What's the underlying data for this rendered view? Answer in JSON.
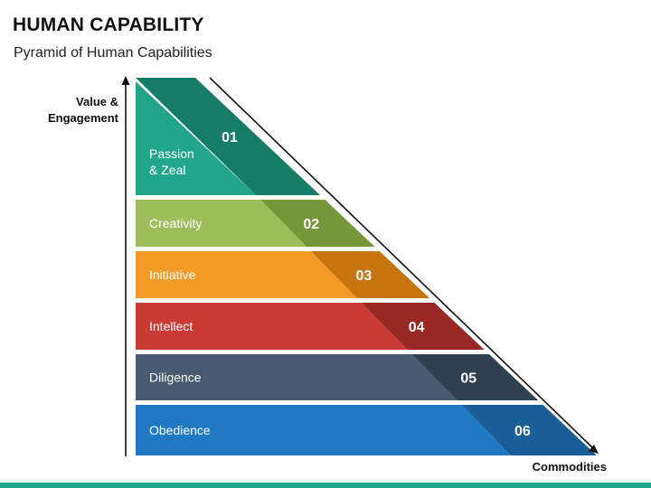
{
  "header": {
    "title": "HUMAN CAPABILITY",
    "subtitle": "Pyramid of Human Capabilities"
  },
  "axes": {
    "y_label": "Value & Engagement",
    "x_label": "Commodities"
  },
  "levels": [
    {
      "number": "01",
      "label": "Passion & Zeal",
      "front_color": "#21a68a",
      "back_color": "#157d66"
    },
    {
      "number": "02",
      "label": "Creativity",
      "front_color": "#9ebd5b",
      "back_color": "#77963c"
    },
    {
      "number": "03",
      "label": "Initiative",
      "front_color": "#f39b27",
      "back_color": "#c7740f"
    },
    {
      "number": "04",
      "label": "Intellect",
      "front_color": "#cb3b35",
      "back_color": "#992825"
    },
    {
      "number": "05",
      "label": "Diligence",
      "front_color": "#475b70",
      "back_color": "#2f4052"
    },
    {
      "number": "06",
      "label": "Obedience",
      "front_color": "#1f79c2",
      "back_color": "#1a5e97"
    }
  ],
  "colors": {
    "accent_bar": "#1aa58a",
    "axis": "#111111"
  }
}
